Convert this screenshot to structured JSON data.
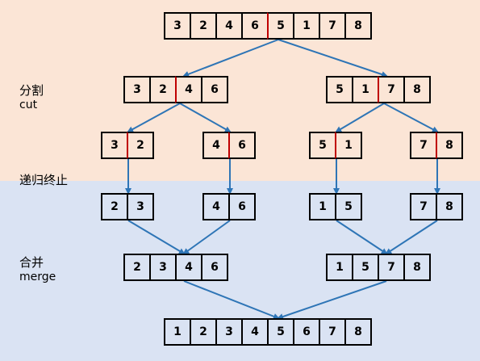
{
  "labels": {
    "cut_zh": "分割",
    "cut_en": "cut",
    "recursion_end": "递归终止",
    "merge_zh": "合并",
    "merge_en": "merge"
  },
  "arrays": {
    "root": [
      "3",
      "2",
      "4",
      "6",
      "5",
      "1",
      "7",
      "8"
    ],
    "split_left": [
      "3",
      "2",
      "4",
      "6"
    ],
    "split_right": [
      "5",
      "1",
      "7",
      "8"
    ],
    "split_ll": [
      "3",
      "2"
    ],
    "split_lr": [
      "4",
      "6"
    ],
    "split_rl": [
      "5",
      "1"
    ],
    "split_rr": [
      "7",
      "8"
    ],
    "sorted_ll": [
      "2",
      "3"
    ],
    "sorted_lr": [
      "4",
      "6"
    ],
    "sorted_rl": [
      "1",
      "5"
    ],
    "sorted_rr": [
      "7",
      "8"
    ],
    "merged_left": [
      "2",
      "3",
      "4",
      "6"
    ],
    "merged_right": [
      "1",
      "5",
      "7",
      "8"
    ],
    "final": [
      "1",
      "2",
      "3",
      "4",
      "5",
      "6",
      "7",
      "8"
    ]
  },
  "colors": {
    "cut_band": "#fbe5d6",
    "merge_band": "#dae3f3",
    "arrow": "#2e75b6",
    "split_marker": "#c00000"
  }
}
